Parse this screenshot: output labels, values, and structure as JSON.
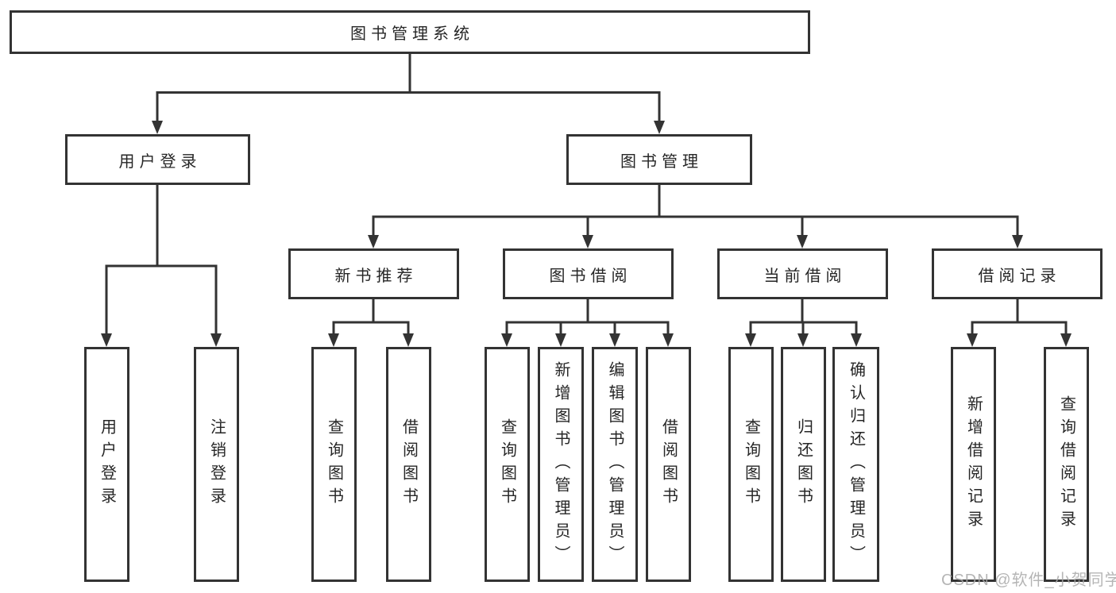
{
  "diagram": {
    "root": {
      "label": "图书管理系统"
    },
    "branches": [
      {
        "label": "用户登录",
        "children": [
          {
            "label": "用户登录"
          },
          {
            "label": "注销登录"
          }
        ]
      },
      {
        "label": "图书管理",
        "children": [
          {
            "label": "新书推荐",
            "children": [
              {
                "label": "查询图书"
              },
              {
                "label": "借阅图书"
              }
            ]
          },
          {
            "label": "图书借阅",
            "children": [
              {
                "label": "查询图书"
              },
              {
                "label": "新增图书（管理员）"
              },
              {
                "label": "编辑图书（管理员）"
              },
              {
                "label": "借阅图书"
              }
            ]
          },
          {
            "label": "当前借阅",
            "children": [
              {
                "label": "查询图书"
              },
              {
                "label": "归还图书"
              },
              {
                "label": "确认归还（管理员）"
              }
            ]
          },
          {
            "label": "借阅记录",
            "children": [
              {
                "label": "新增借阅记录"
              },
              {
                "label": "查询借阅记录"
              }
            ]
          }
        ]
      }
    ]
  },
  "watermark": {
    "text": "CSDN @软件_小贺同学"
  },
  "colors": {
    "line": "#333333",
    "text": "#262626",
    "background": "#ffffff",
    "watermark": "#a9a9a9"
  }
}
